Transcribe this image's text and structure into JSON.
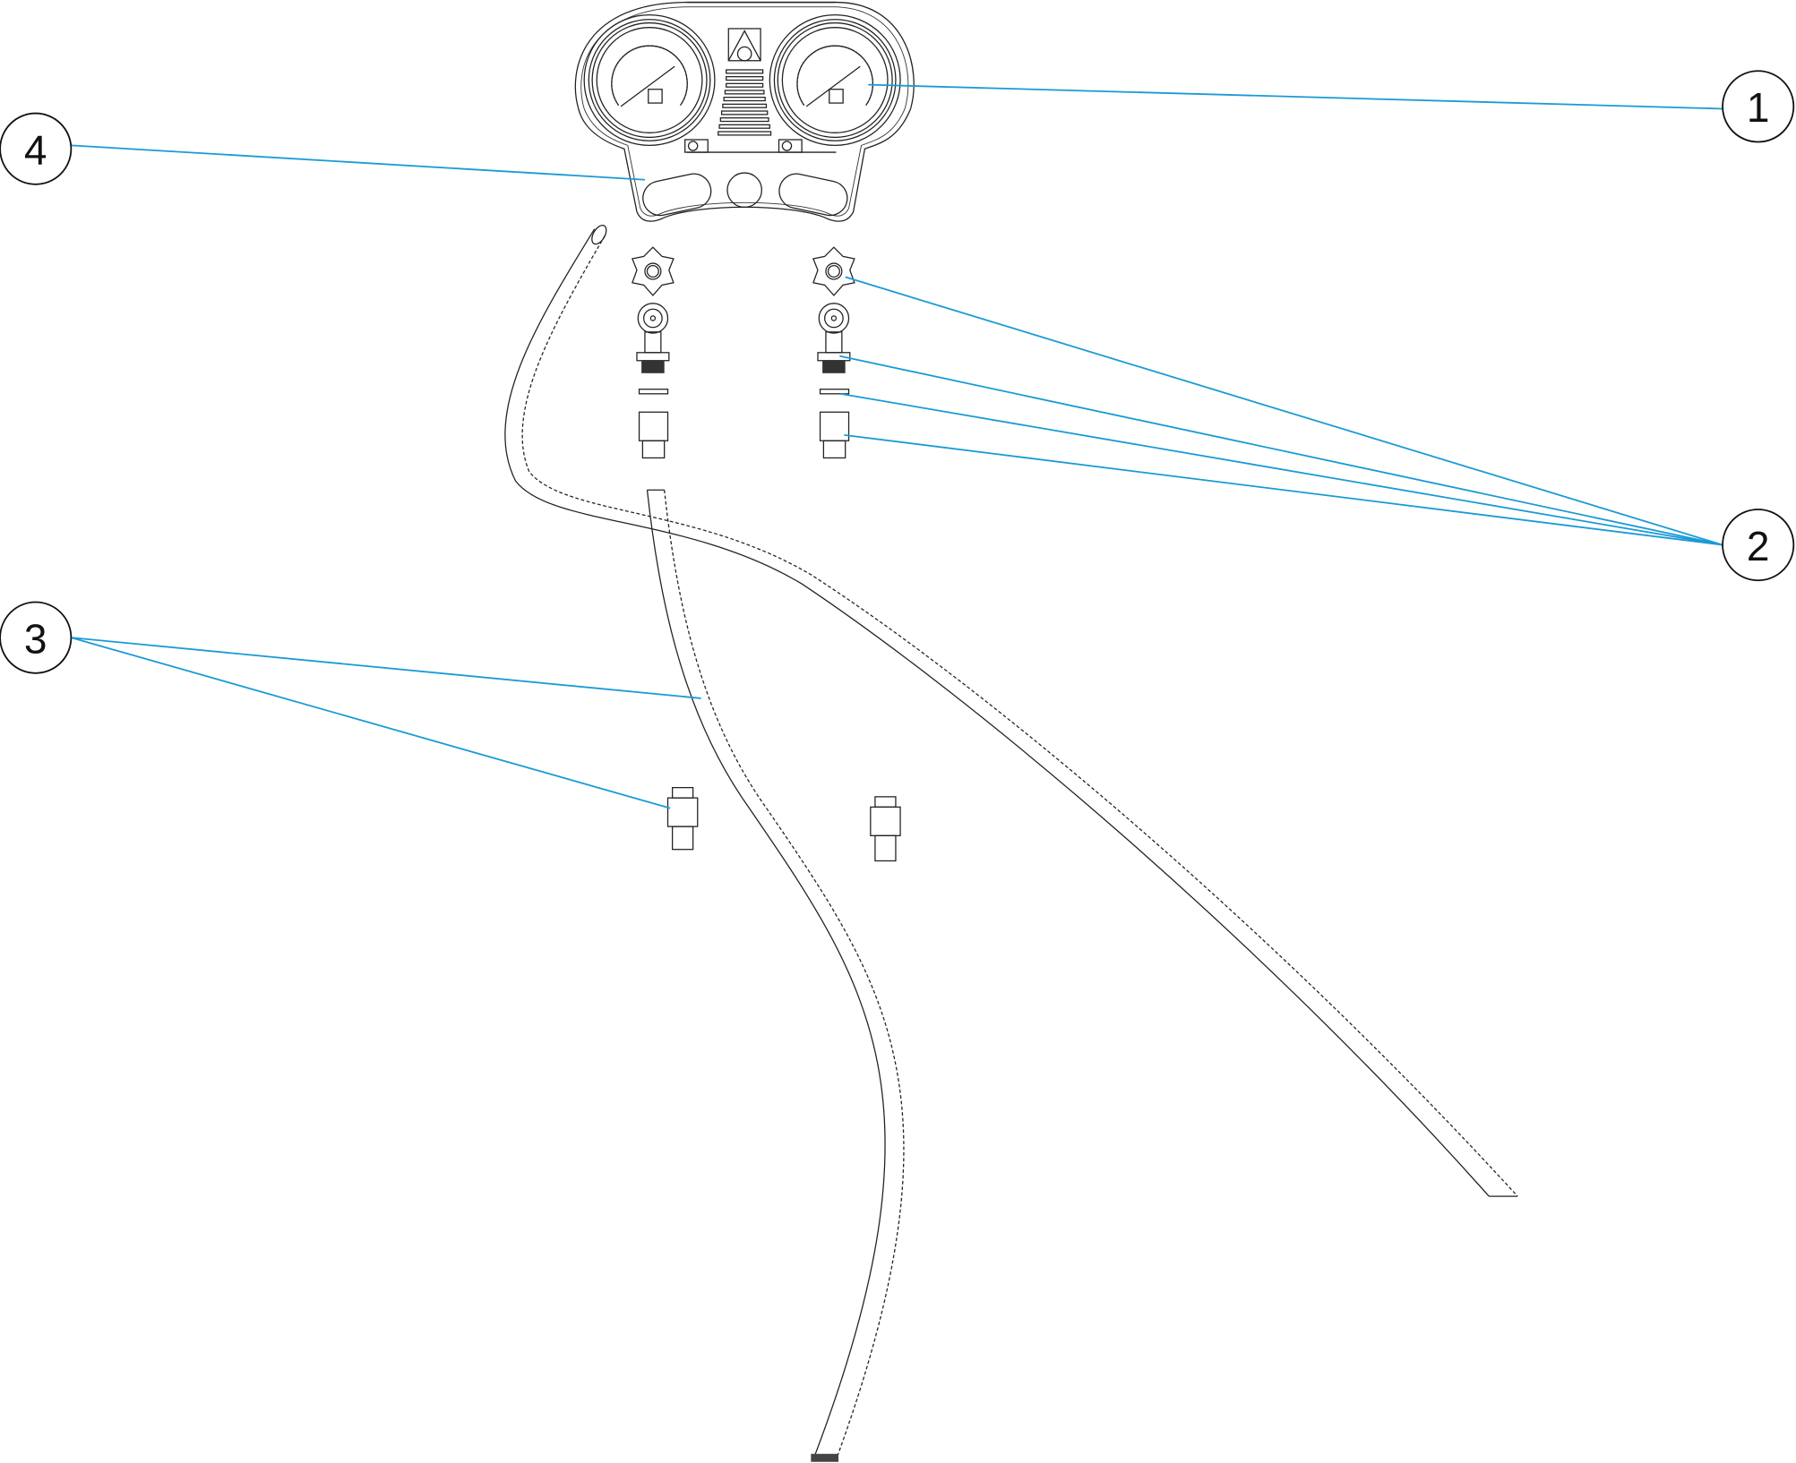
{
  "callouts": [
    {
      "label": "1",
      "part": "gauges"
    },
    {
      "label": "2",
      "part": "valve-fittings"
    },
    {
      "label": "3",
      "part": "hoses-couplers"
    },
    {
      "label": "4",
      "part": "manifold-body"
    }
  ],
  "colors": {
    "leader": "#1a9ad6",
    "line": "#222222"
  }
}
